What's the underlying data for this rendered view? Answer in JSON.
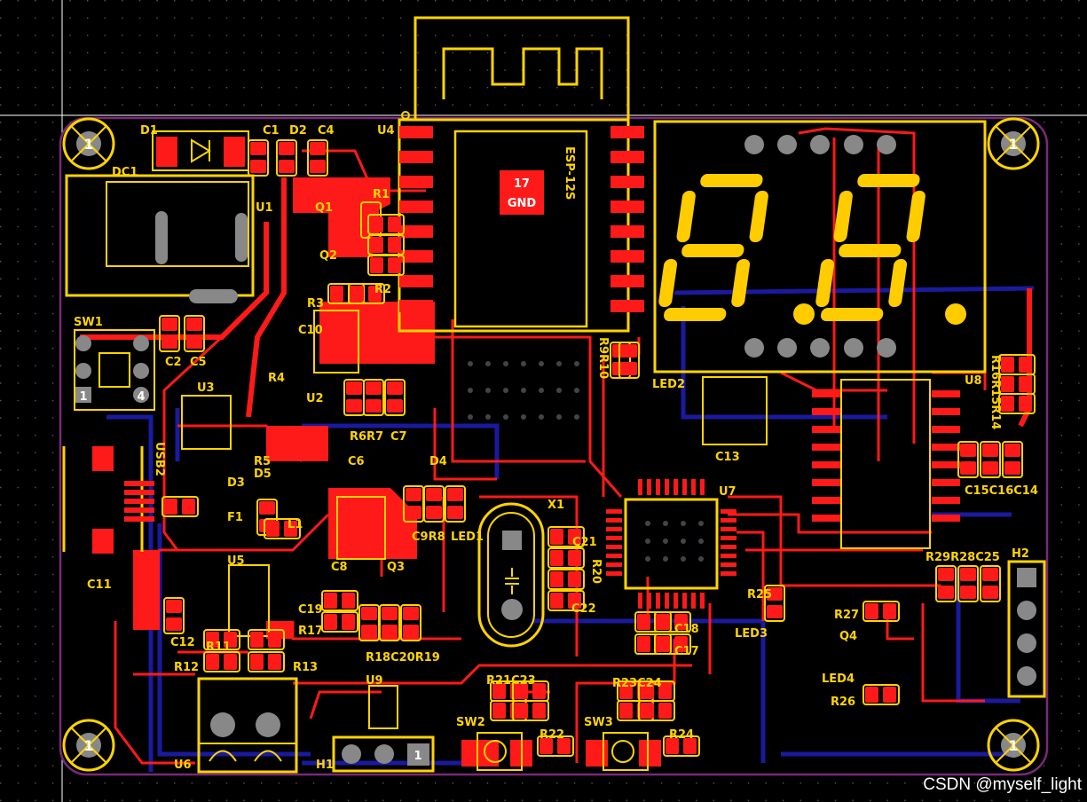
{
  "colors": {
    "background": "#000000",
    "board_outline": "#7a2a7a",
    "top_copper": "#ff1a1a",
    "bottom_copper": "#1a1a9e",
    "silkscreen": "#ffd400",
    "pad_gray": "#8a8a8a"
  },
  "mounting_holes": [
    "1",
    "1",
    "1",
    "1"
  ],
  "esp_module": {
    "pin_number": "17",
    "pin_net": "GND",
    "part_name": "ESP-12S"
  },
  "seven_segment": {
    "digits": [
      "8.",
      "8."
    ]
  },
  "designators": {
    "D1": "D1",
    "C1": "C1",
    "D2": "D2",
    "C4": "C4",
    "U4": "U4",
    "DC1": "DC1",
    "U1": "U1",
    "Q1": "Q1",
    "R1": "R1",
    "Q2": "Q2",
    "R2": "R2",
    "R3": "R3",
    "C10": "C10",
    "SW1": "SW1",
    "C2": "C2",
    "C5": "C5",
    "U3": "U3",
    "R4": "R4",
    "U2": "U2",
    "R6R7": "R6R7",
    "C7": "C7",
    "USB2": "USB2",
    "R5": "R5",
    "D5": "D5",
    "C6": "C6",
    "D4": "D4",
    "D3": "D3",
    "F1": "F1",
    "L1": "L1",
    "C9R8": "C9R8",
    "LED1": "LED1",
    "X1": "X1",
    "C21": "C21",
    "R20": "R20",
    "C22": "C22",
    "U5": "U5",
    "C8": "C8",
    "Q3": "Q3",
    "C11": "C11",
    "C19": "C19",
    "R17": "R17",
    "C12": "C12",
    "R11": "R11",
    "R12": "R12",
    "R13": "R13",
    "R18C20R19": "R18C20R19",
    "C18": "C18",
    "C17": "C17",
    "U9": "U9",
    "R21C23": "R21C23",
    "R23C24": "R23C24",
    "SW2": "SW2",
    "R22": "R22",
    "SW3": "SW3",
    "R24": "R24",
    "U6": "U6",
    "H1": "H1",
    "U7": "U7",
    "R9R10": "R9R10",
    "LED2": "LED2",
    "C13": "C13",
    "U8": "U8",
    "R16R15R14": "R16R15R14",
    "C15C16C14": "C15C16C14",
    "R29R28C25": "R29R28C25",
    "H2": "H2",
    "R25": "R25",
    "LED3": "LED3",
    "R27": "R27",
    "Q4": "Q4",
    "LED4": "LED4",
    "R26": "R26",
    "SW1_pin1": "1",
    "SW1_pin4": "4",
    "H1_pin1": "1"
  },
  "watermark": "CSDN @myself_light"
}
